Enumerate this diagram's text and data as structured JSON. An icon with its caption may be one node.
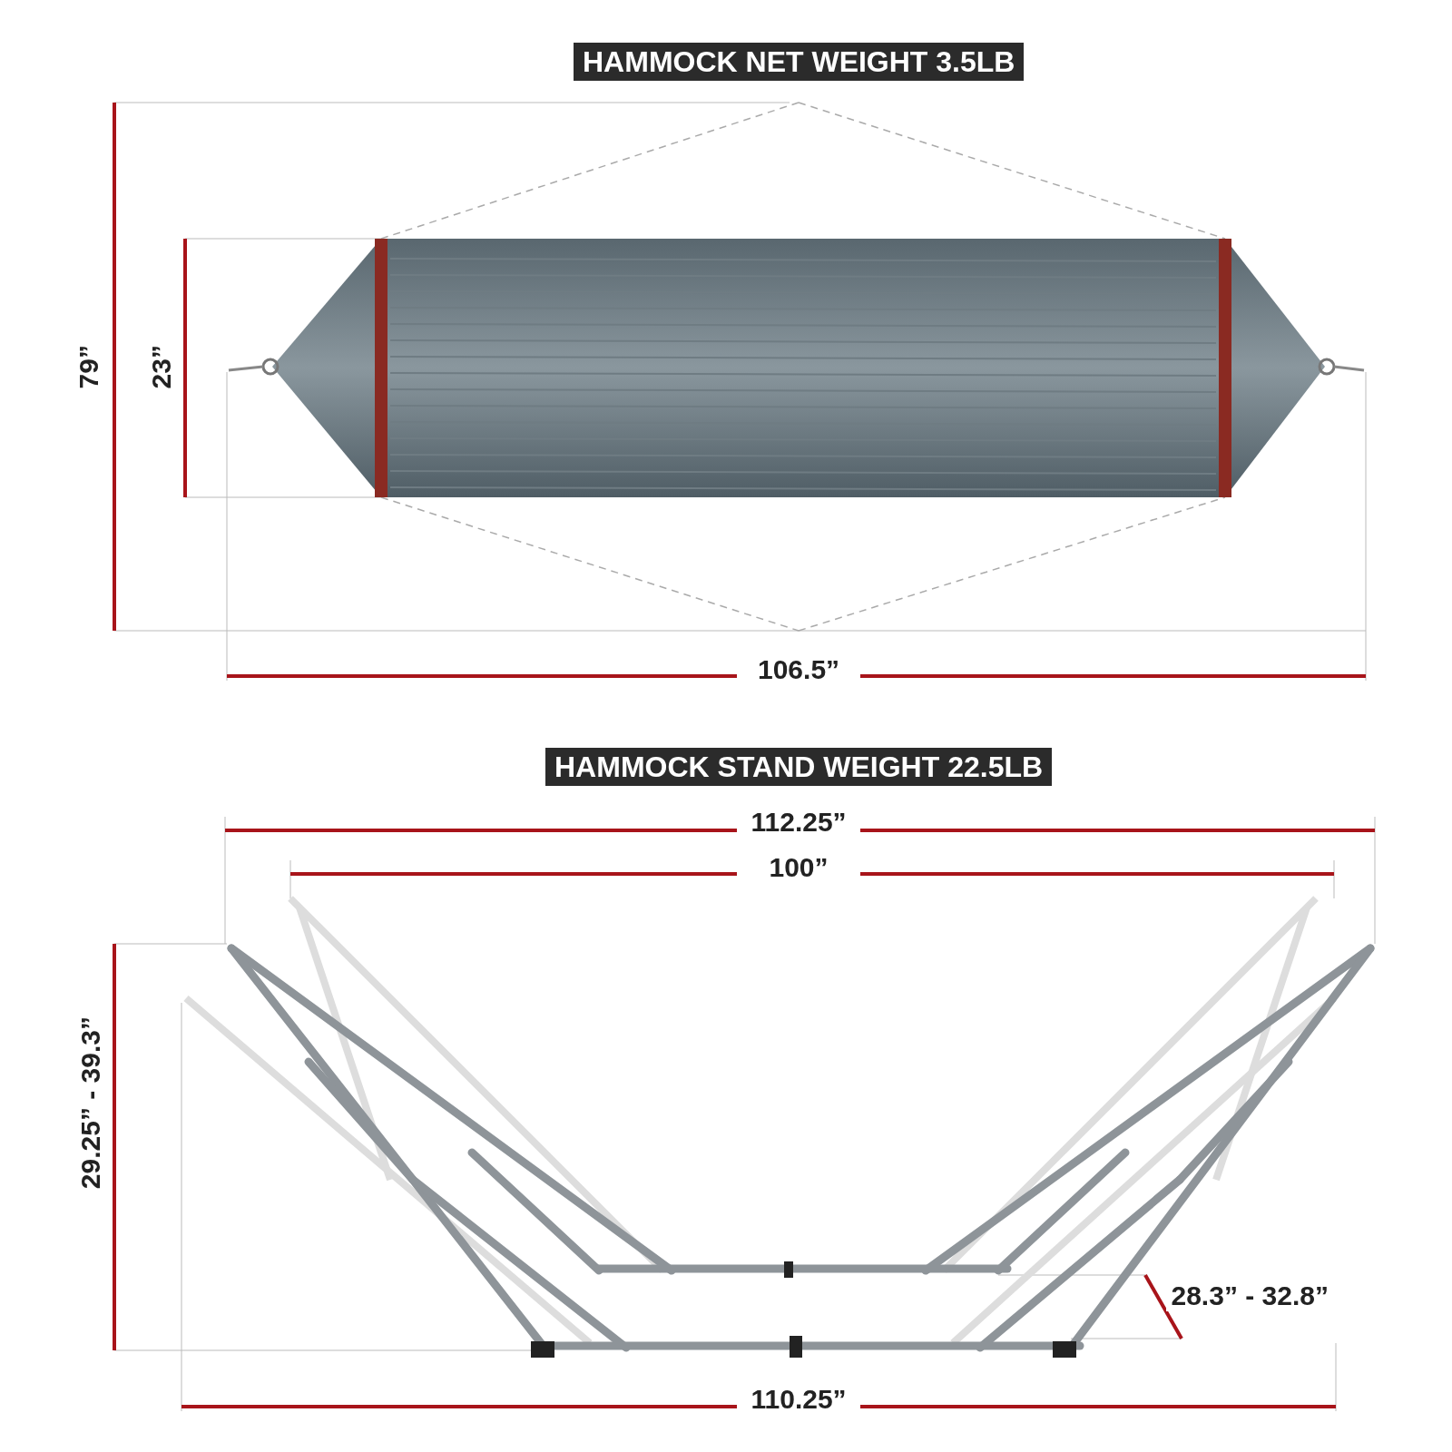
{
  "diagram": {
    "labels": [
      "HAMMOCK NET WEIGHT 3.5LB",
      "79”",
      "23”",
      "106.5”",
      "HAMMOCK STAND WEIGHT 22.5LB",
      "112.25”",
      "100”",
      "29.25” - 39.3”",
      "28.3” - 32.8”",
      "110.25”"
    ]
  }
}
